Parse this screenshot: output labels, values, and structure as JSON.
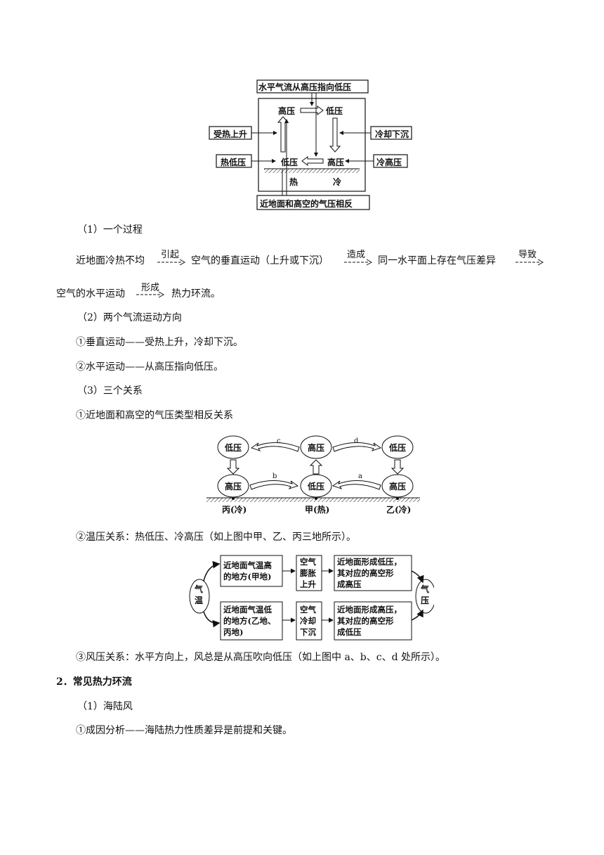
{
  "diagram1": {
    "title": "水平气流从高压指向低压",
    "left_top": "受热上升",
    "left_bottom": "热低压",
    "right_top": "冷却下沉",
    "right_bottom": "冷高压",
    "upper_left": "高压",
    "upper_right": "低压",
    "lower_left": "低压",
    "lower_right": "高压",
    "ground_left": "热",
    "ground_right": "冷",
    "bottom_label": "近地面和高空的气压相反"
  },
  "section1": {
    "heading": "（1）一个过程",
    "chain": {
      "s1": "近地面冷热不均",
      "a1": "引起",
      "s2": "空气的垂直运动（上升或下沉）",
      "a2": "造成",
      "s3": "同一水平面上存在气压差异",
      "a3": "导致",
      "s4": "空气的水平运动",
      "a4": "形成",
      "s5": "热力环流。"
    }
  },
  "section2": {
    "heading": "（2）两个气流运动方向",
    "item1": "①垂直运动——受热上升，冷却下沉。",
    "item2": "②水平运动——从高压指向低压。"
  },
  "section3": {
    "heading": "（3）三个关系",
    "item1": "①近地面和高空的气压类型相反关系",
    "item2": "②温压关系：热低压、冷高压（如上图中甲、乙、丙三地所示）。",
    "item3": "③风压关系：水平方向上，风总是从高压吹向低压（如上图中 a、b、c、d 处所示）。"
  },
  "diagram2": {
    "top_left": "低压",
    "top_mid": "高压",
    "top_right": "低压",
    "bot_left": "高压",
    "bot_mid": "低压",
    "bot_right": "高压",
    "c": "c",
    "d": "d",
    "b": "b",
    "a": "a",
    "place_left": "丙(冷)",
    "place_mid": "甲(热)",
    "place_right": "乙(冷)"
  },
  "diagram3": {
    "left_oval": "气温",
    "right_oval": "气压",
    "row1_box1": [
      "近地面气温高",
      "的地方(甲地)"
    ],
    "row1_box2": [
      "空气",
      "膨胀",
      "上升"
    ],
    "row1_box3": [
      "近地面形成低压，",
      "其对应的高空形",
      "成高压"
    ],
    "row2_box1": [
      "近地面气温低",
      "的地方(乙地、",
      "丙地)"
    ],
    "row2_box2": [
      "空气",
      "冷却",
      "下沉"
    ],
    "row2_box3": [
      "近地面形成高压，",
      "其对应的高空形",
      "成低压"
    ]
  },
  "section4": {
    "heading": "2．常见热力环流",
    "sub": "（1）海陆风",
    "item1": "①成因分析——海陆热力性质差异是前提和关键。"
  }
}
